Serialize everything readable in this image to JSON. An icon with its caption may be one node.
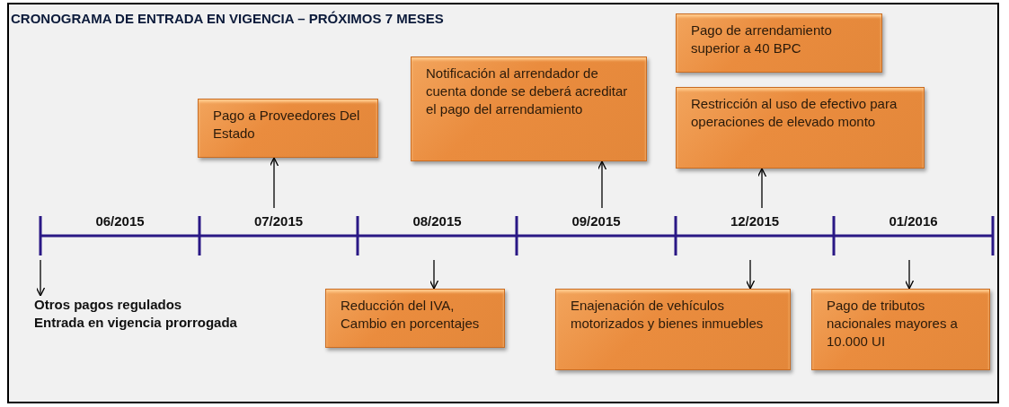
{
  "diagram": {
    "title": "CRONOGRAMA DE ENTRADA EN VIGENCIA – PRÓXIMOS 7 MESES",
    "nodes": [
      {
        "text": [
          "Pago de arrendamiento superior a 40 BPC"
        ]
      },
      {
        "text": [
          "Notificación al arrendador de cuenta donde se deberá acreditar el pago del arrendamiento"
        ]
      },
      {
        "text": [
          "Restricción al uso de efectivo para operaciones de elevado monto"
        ]
      },
      {
        "text": [
          "Pago a Proveedores Del Estado"
        ]
      },
      {
        "text": [
          "Otros pagos regulados",
          "Entrada en vigencia prorrogada"
        ]
      },
      {
        "text": [
          "Reducción del IVA, Cambio en porcentajes"
        ]
      },
      {
        "text": [
          "Enajenación de vehículos motorizados y bienes inmuebles"
        ]
      },
      {
        "text": [
          "Pago de tributos nacionales mayores a 10.000 UI"
        ]
      }
    ],
    "edges": [
      {
        "from": null,
        "to": 3,
        "arrow": "to"
      },
      {
        "from": null,
        "to": 1,
        "arrow": "to"
      },
      {
        "from": null,
        "to": 2,
        "arrow": "to"
      },
      {
        "from": null,
        "to": 4,
        "arrow": "to"
      },
      {
        "from": null,
        "to": 5,
        "arrow": "to"
      },
      {
        "from": null,
        "to": 6,
        "arrow": "to"
      },
      {
        "from": null,
        "to": 7,
        "arrow": "to"
      }
    ],
    "labels": [
      "06/2015",
      "07/2015",
      "08/2015",
      "09/2015",
      "12/2015",
      "01/2016"
    ]
  }
}
